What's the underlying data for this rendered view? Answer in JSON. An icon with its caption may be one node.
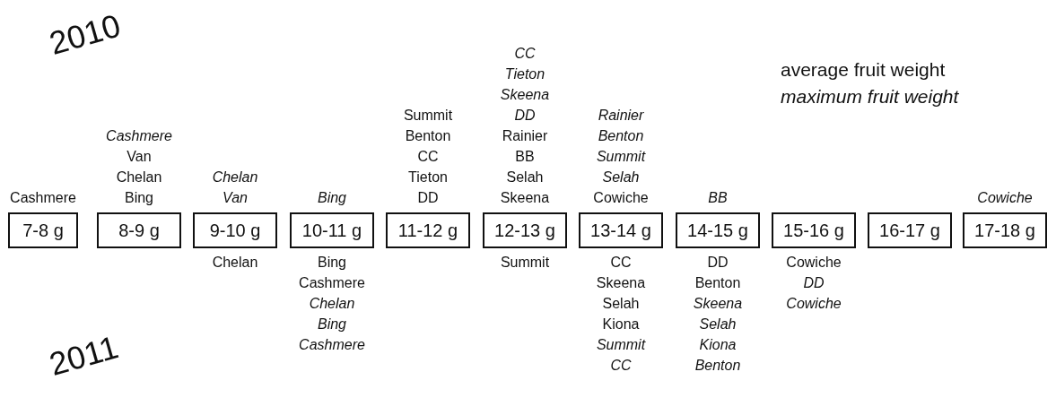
{
  "diagram": {
    "nodes": [
      {
        "text": [
          "7-8 g"
        ],
        "beside": [
          "Cashmere"
        ]
      },
      {
        "text": [
          "8-9 g"
        ],
        "beside": [
          "*Cashmere*",
          "Van",
          "Chelan",
          "Bing"
        ]
      },
      {
        "text": [
          "9-10 g"
        ],
        "beside": [
          "*Chelan*",
          "*Van*",
          "Chelan"
        ]
      },
      {
        "text": [
          "10-11 g"
        ],
        "beside": [
          "*Bing*",
          "Bing",
          "Cashmere",
          "*Chelan*",
          "*Bing*",
          "*Cashmere*"
        ]
      },
      {
        "text": [
          "11-12 g"
        ],
        "beside": [
          "Summit",
          "Benton",
          "CC",
          "Tieton",
          "DD"
        ]
      },
      {
        "text": [
          "12-13 g"
        ],
        "beside": [
          "*CC*",
          "*Tieton*",
          "*Skeena*",
          "*DD*",
          "Rainier",
          "BB",
          "Selah",
          "Skeena",
          "Summit"
        ]
      },
      {
        "text": [
          "13-14 g"
        ],
        "beside": [
          "*Rainier*",
          "*Benton*",
          "*Summit*",
          "*Selah*",
          "Cowiche",
          "CC",
          "Skeena",
          "Selah",
          "Kiona",
          "*Summit*",
          "*CC*"
        ]
      },
      {
        "text": [
          "14-15 g"
        ],
        "beside": [
          "*BB*",
          "DD",
          "Benton",
          "*Skeena*",
          "*Selah*",
          "*Kiona*",
          "*Benton*"
        ]
      },
      {
        "text": [
          "15-16 g"
        ],
        "beside": [
          "Cowiche",
          "*DD*",
          "*Cowiche*"
        ]
      },
      {
        "text": [
          "16-17 g"
        ]
      },
      {
        "text": [
          "17-18 g"
        ],
        "beside": [
          "*Cowiche*"
        ]
      }
    ],
    "labels": [
      "2010",
      "2011"
    ],
    "legend": [
      {
        "text": "average fruit weight"
      },
      {
        "text": "*maximum fruit weight*"
      }
    ]
  }
}
